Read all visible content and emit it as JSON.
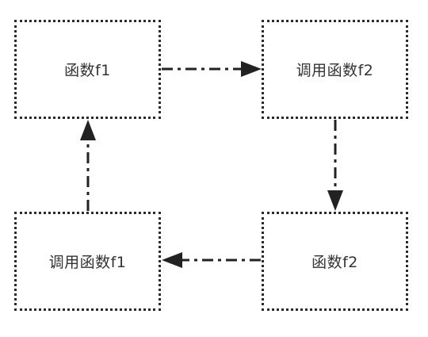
{
  "nodes": {
    "f1": {
      "label": "函数f1"
    },
    "call_f2": {
      "label": "调用函数f2"
    },
    "f2": {
      "label": "函数f2"
    },
    "call_f1": {
      "label": "调用函数f1"
    }
  },
  "edges": [
    {
      "from": "f1",
      "to": "call_f2"
    },
    {
      "from": "call_f2",
      "to": "f2"
    },
    {
      "from": "f2",
      "to": "call_f1"
    },
    {
      "from": "call_f1",
      "to": "f1"
    }
  ],
  "colors": {
    "border": "#2b2b2b",
    "arrow": "#222222",
    "text": "#333333"
  }
}
